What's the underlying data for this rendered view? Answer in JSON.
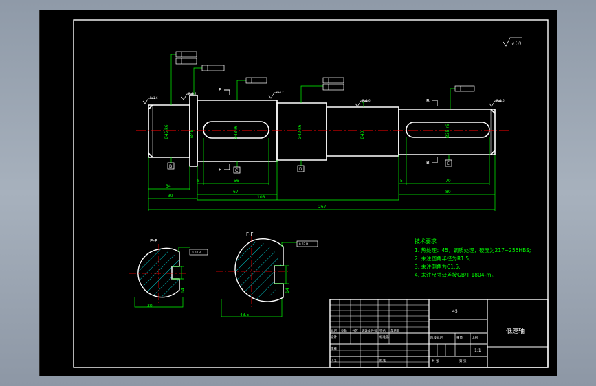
{
  "colors": {
    "background": "#000000",
    "outline": "#ffffff",
    "dimension": "#00ff00",
    "centerline": "#ff0000",
    "hatch": "#00ffff",
    "tolerance_box": "#ffffff"
  },
  "main_view": {
    "roughness_note": "√ (√)",
    "section_marks": [
      "F",
      "F",
      "B",
      "B"
    ],
    "datum_labels": [
      "B",
      "C",
      "D",
      "E",
      "C",
      "D"
    ],
    "diameters": [
      "Ø45 k6",
      "Ø48",
      "Ø43 r6",
      "Ø42 k6",
      "Ø40",
      "Ø35 r6"
    ],
    "dimensions": {
      "d34": "34",
      "d39": "39",
      "d5a": "5",
      "d56": "56",
      "d67": "67",
      "d108": "108",
      "d5b": "5",
      "d70": "70",
      "d80": "80",
      "d267": "267"
    },
    "roughness_tags": [
      "Ra1.6",
      "Ra3.2",
      "Ra1.6",
      "Ra1.6",
      "Ra3.2"
    ]
  },
  "sections": {
    "ee": {
      "title": "E-E",
      "width": "30",
      "keyway": "14",
      "tolerance": "0.03 B"
    },
    "ff": {
      "title": "F-F",
      "width": "43.5",
      "keyway": "14",
      "tolerance": "0.03 D"
    }
  },
  "tech_notes": {
    "heading": "技术要求",
    "lines": [
      "1. 热处理：45，调质处理，硬度为217~255HBS;",
      "2. 未注圆角半径为R1.5;",
      "3. 未注倒角为C1.5;",
      "4. 未注尺寸公差按GB/T 1804-m。"
    ]
  },
  "title_block": {
    "part_name": "低速轴",
    "material": "45",
    "scale": "1:1",
    "labels": {
      "mark": "标记",
      "count": "处数",
      "zone": "分区",
      "change_doc": "更改文件号",
      "sign": "签名",
      "date": "年月日",
      "design": "设计",
      "standardize": "标准化",
      "stage_mark": "阶段标记",
      "weight": "重量",
      "ratio": "比例",
      "review": "审核",
      "process": "工艺",
      "approve": "批准",
      "sheet_count": "共 张",
      "sheet_no": "第 张"
    }
  }
}
